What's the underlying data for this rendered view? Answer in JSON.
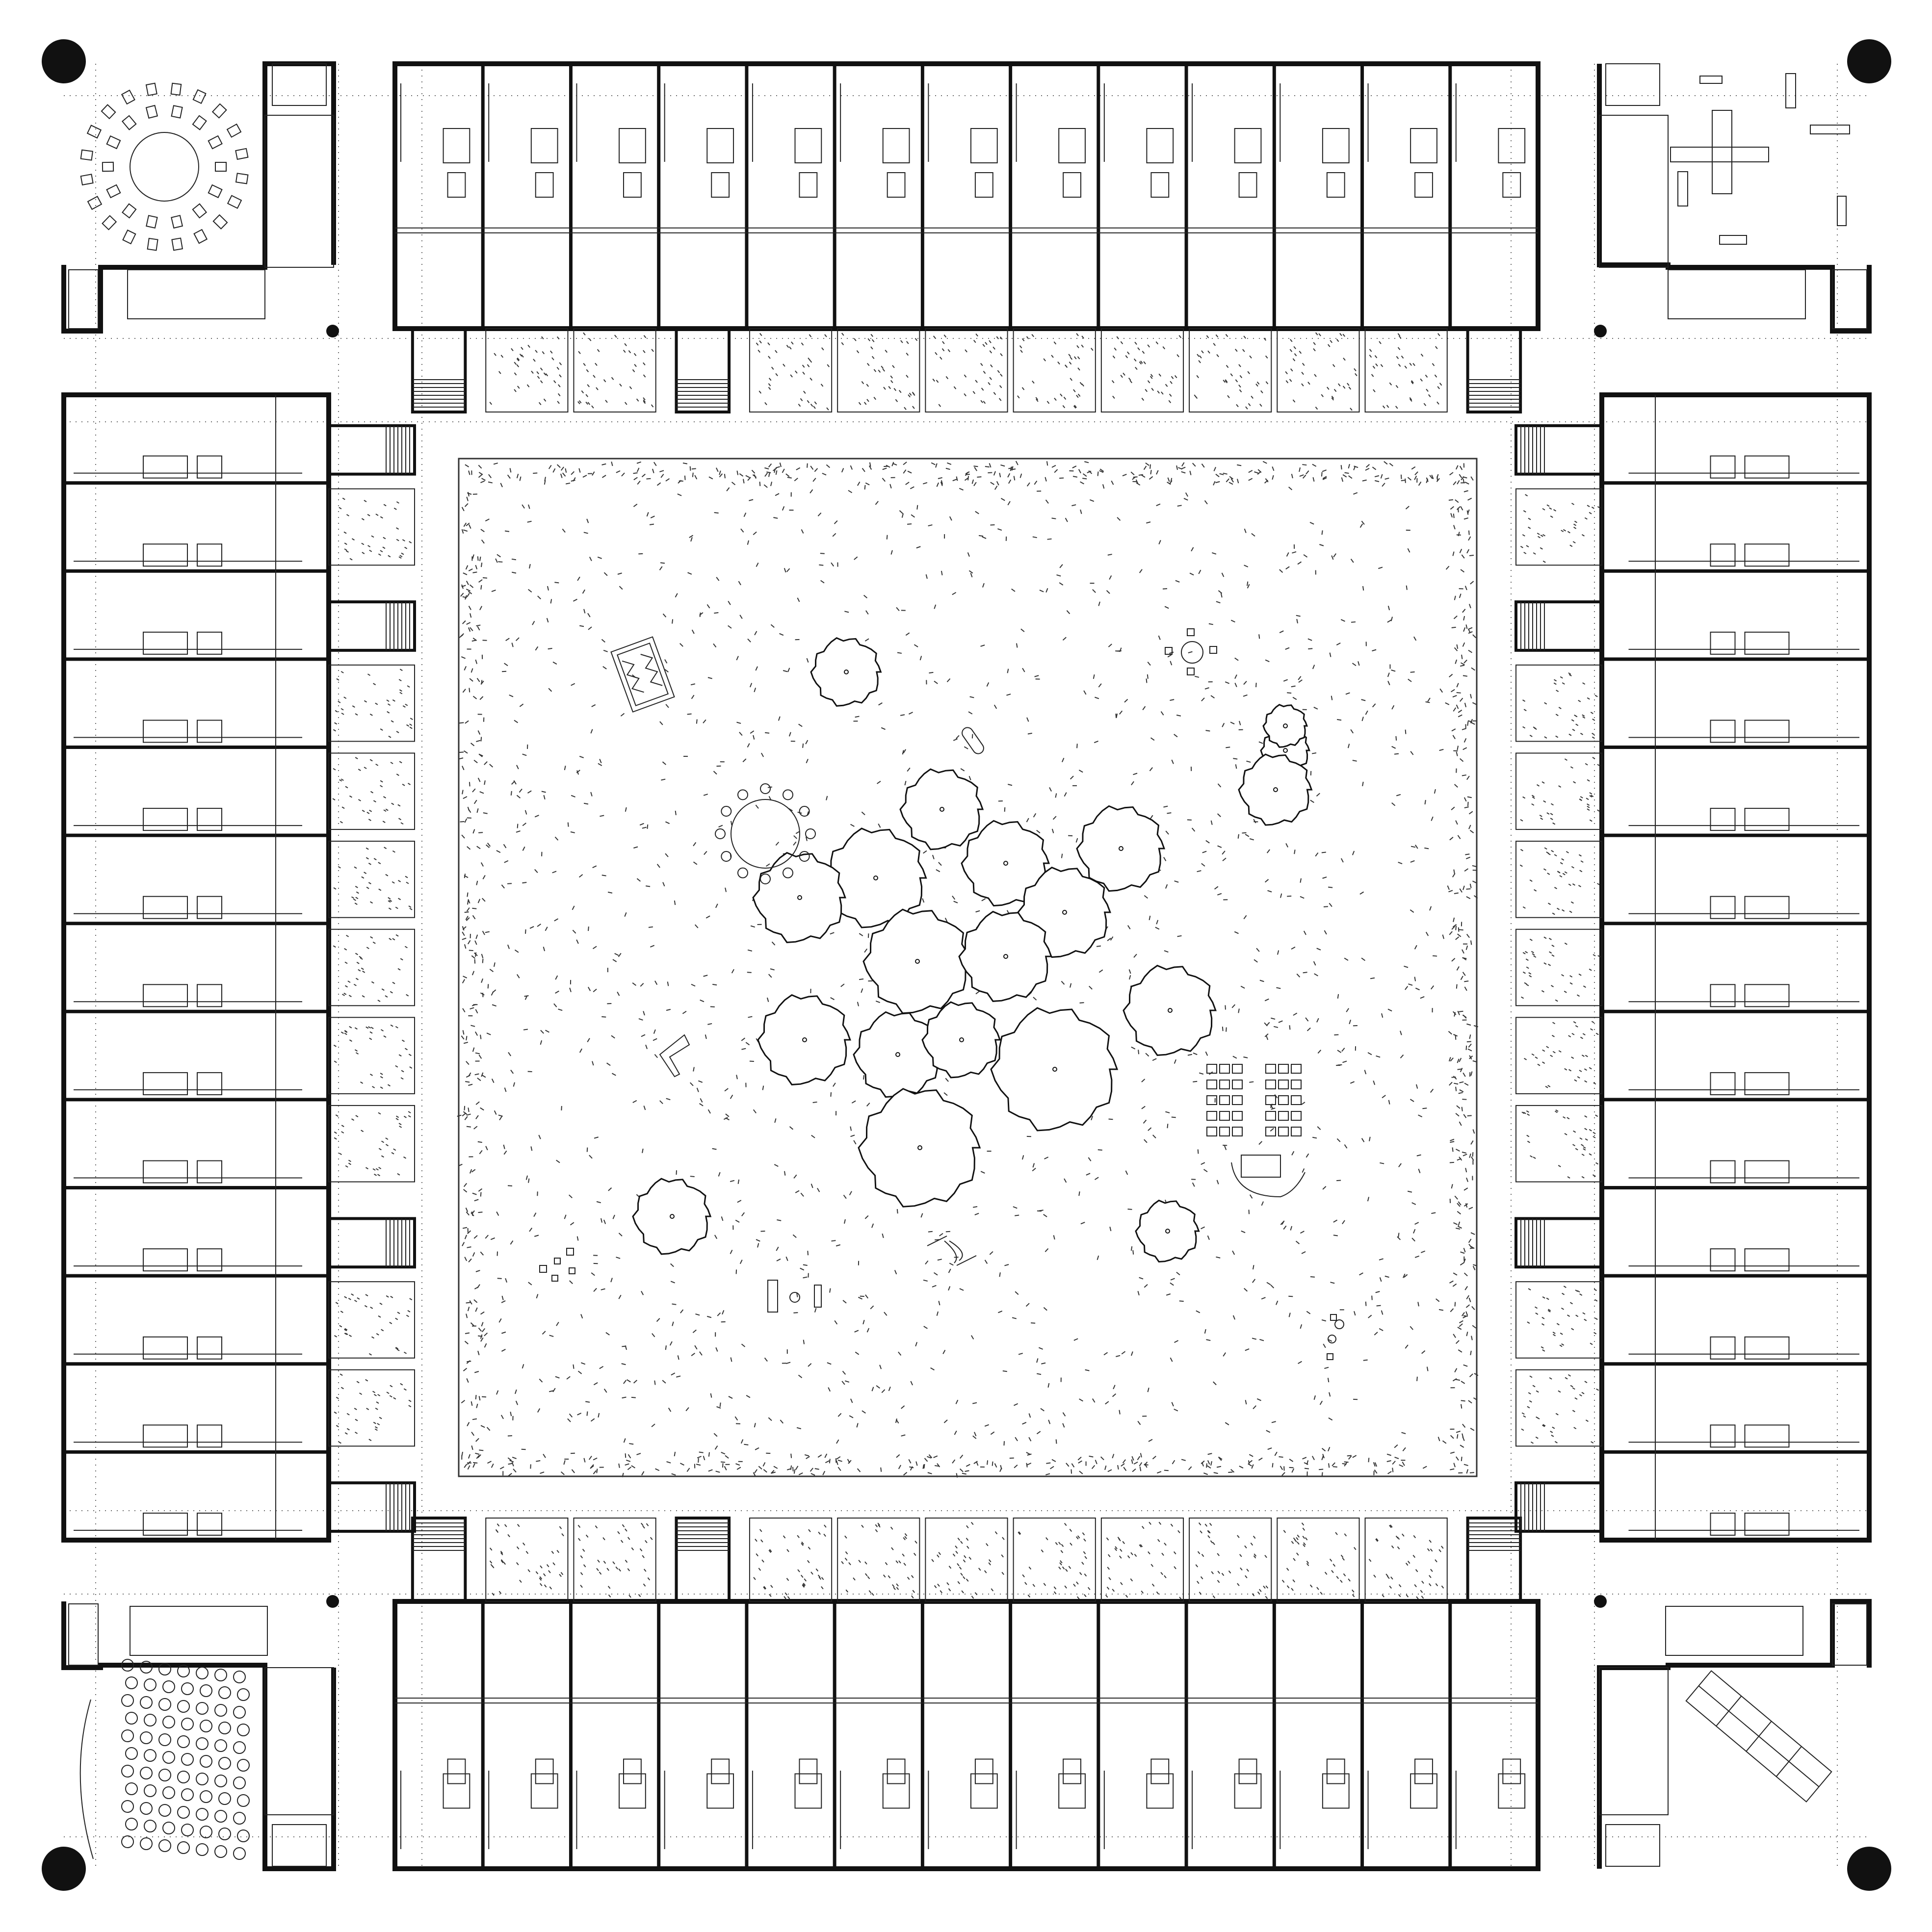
{
  "drawing": {
    "type": "site-plan",
    "text_labels": [],
    "colors": {
      "ink": "#111111",
      "paper": "#ffffff",
      "texture": "#555555"
    }
  },
  "perimeter": {
    "north_units": 13,
    "south_units": 13,
    "west_units": 13,
    "east_units": 13,
    "corner_pavilions": [
      "seating-circle",
      "cross-pattern",
      "auditorium-rows",
      "diagonal-bench"
    ]
  },
  "courtyard": {
    "surface": "grass",
    "tree_cluster_count": 16,
    "single_tree_count": 5,
    "features": [
      "round-table-with-chairs",
      "sandpit",
      "picnic-tables",
      "stage-arc",
      "swing",
      "stepping-stones",
      "slide",
      "bench"
    ]
  },
  "markers": {
    "corner_circles": 4,
    "small_dots": 4
  }
}
